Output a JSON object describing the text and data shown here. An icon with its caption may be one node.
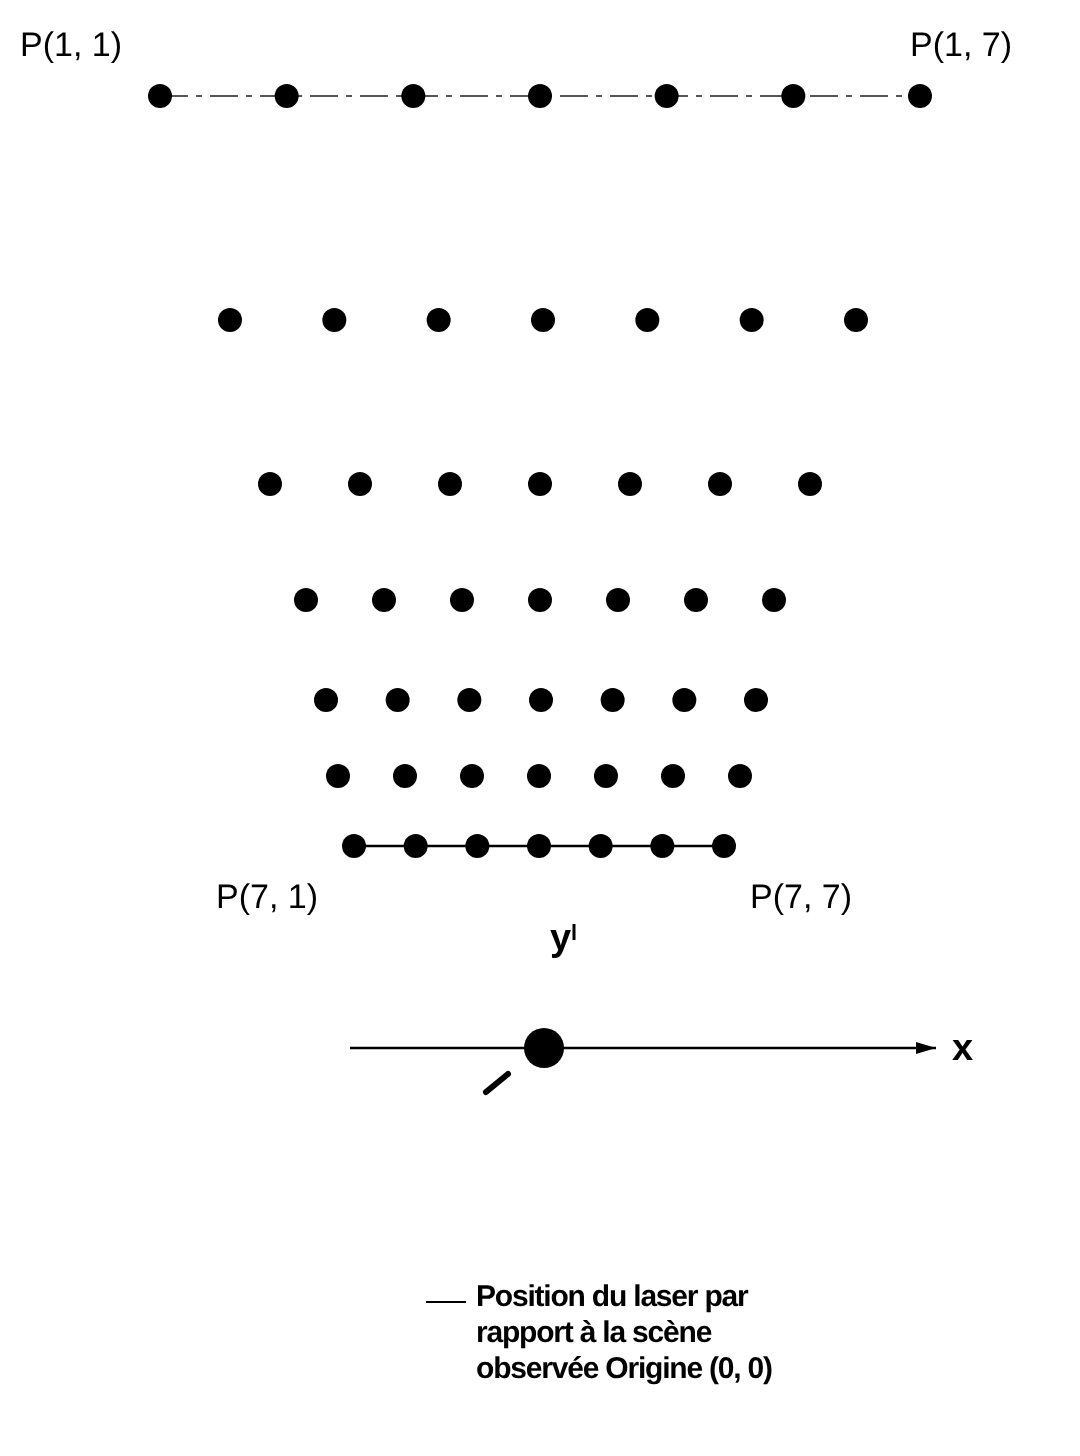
{
  "diagram": {
    "labels": [
      "P(1, 1)",
      "P(1, 7)",
      "P(7, 1)",
      "P(7, 7)",
      "y",
      "x"
    ],
    "legend": [
      {
        "text": "Position du laser par rapport à la scène observée Origine (0, 0)"
      }
    ]
  }
}
